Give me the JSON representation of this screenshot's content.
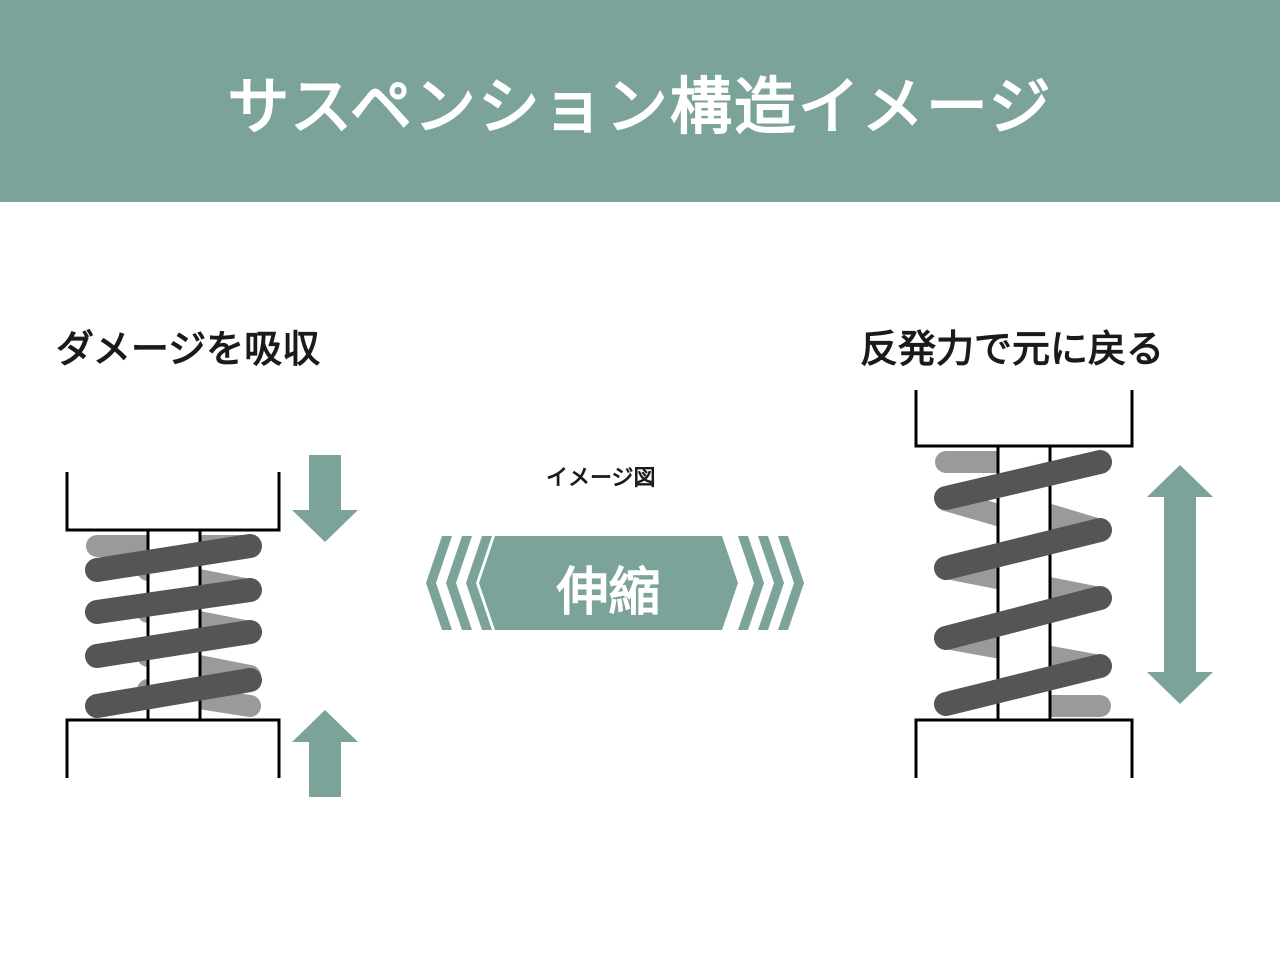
{
  "title": "サスペンション構造イメージ",
  "left_label": "ダメージを吸収",
  "right_label": "反発力で元に戻る",
  "center_caption": "イメージ図",
  "center_badge": "伸縮",
  "colors": {
    "accent": "#7ba39a",
    "coil_front": "#555555",
    "coil_back": "#9a9a9a",
    "frame": "#000000",
    "text": "#1a1a1a"
  },
  "icons": [
    "down-arrow-icon",
    "up-arrow-icon",
    "double-arrow-icon",
    "chevron-left-icon",
    "chevron-right-icon"
  ]
}
